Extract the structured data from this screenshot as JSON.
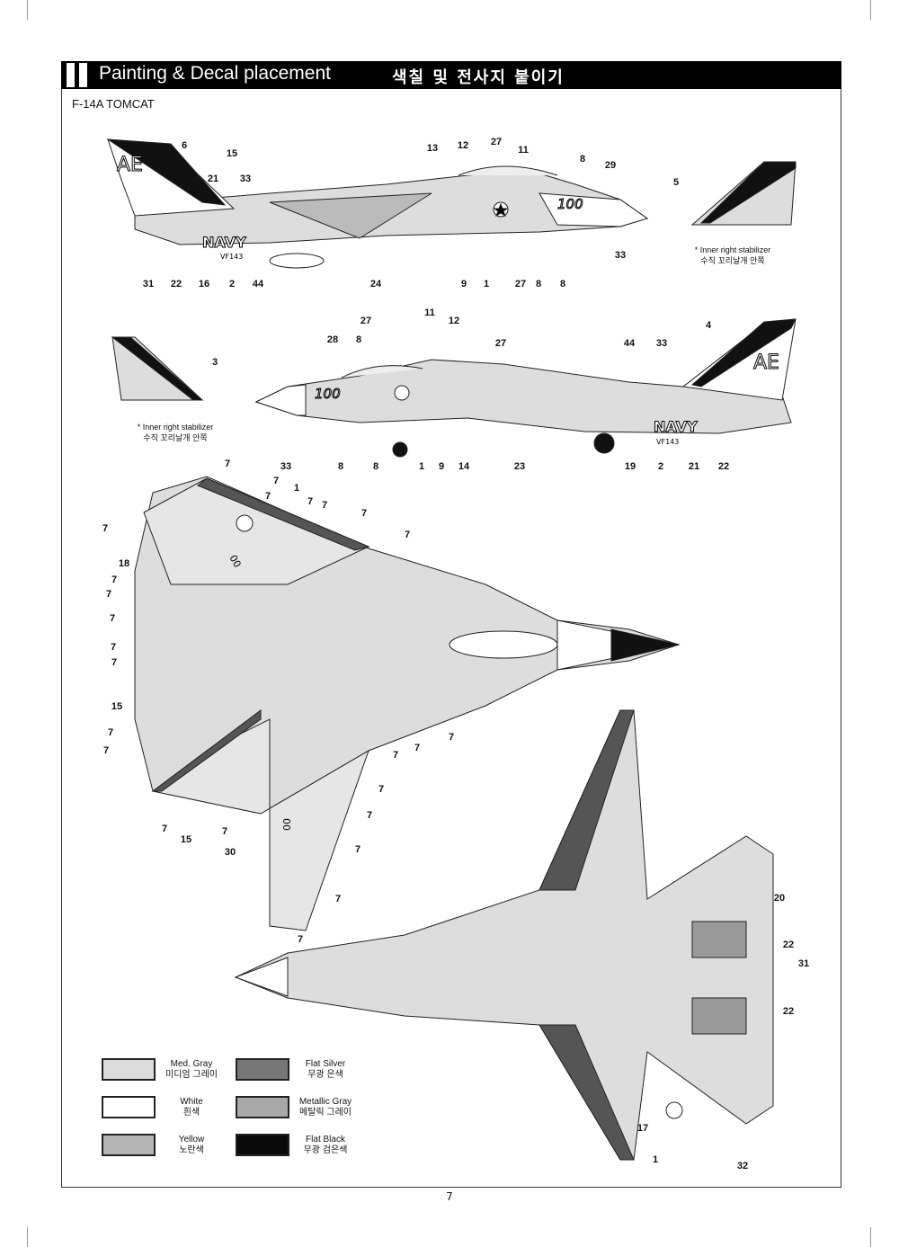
{
  "header": {
    "title": "Painting & Decal placement",
    "title_ko": "색칠 및 전사지 붙이기"
  },
  "subtitle": "F-14A TOMCAT",
  "side_view_left": {
    "callouts": [
      "6",
      "15",
      "21",
      "33",
      "13",
      "12",
      "27",
      "11",
      "8",
      "29",
      "33",
      "31",
      "22",
      "16",
      "2",
      "44",
      "24",
      "9",
      "1",
      "27",
      "8",
      "8"
    ],
    "markings": [
      "NAVY",
      "VF143",
      "AE",
      "100"
    ]
  },
  "inset_right": {
    "callout": "5",
    "caption": "* Inner right stabilizer",
    "caption_ko": "수직 꼬리날개 안쪽"
  },
  "side_view_right": {
    "callouts": [
      "27",
      "11",
      "12",
      "28",
      "8",
      "27",
      "44",
      "33",
      "4",
      "33",
      "8",
      "8",
      "1",
      "9",
      "14",
      "23",
      "19",
      "2",
      "21",
      "22"
    ],
    "markings": [
      "NAVY",
      "VF143",
      "AE",
      "100"
    ]
  },
  "inset_left": {
    "callout": "3",
    "caption": "* Inner right stabilizer",
    "caption_ko": "수직 꼬리날개 안쪽"
  },
  "top_view": {
    "callouts": [
      "7",
      "7",
      "1",
      "7",
      "7",
      "7",
      "7",
      "7",
      "7",
      "18",
      "7",
      "7",
      "7",
      "7",
      "7",
      "15",
      "7",
      "7",
      "7",
      "7",
      "7",
      "7",
      "7",
      "7",
      "7",
      "7",
      "7",
      "15",
      "7",
      "30"
    ],
    "markings": [
      "00",
      "00"
    ]
  },
  "bottom_view": {
    "callouts": [
      "20",
      "22",
      "31",
      "22",
      "17",
      "1",
      "32"
    ]
  },
  "legend": [
    {
      "en": "Med. Gray",
      "ko": "미디엄 그레이",
      "color": "#dcdcdc"
    },
    {
      "en": "Flat Silver",
      "ko": "무광 은색",
      "color": "#777777"
    },
    {
      "en": "White",
      "ko": "흰색",
      "color": "#ffffff"
    },
    {
      "en": "Metallic Gray",
      "ko": "메탈릭 그레이",
      "color": "#a8a8a8"
    },
    {
      "en": "Yellow",
      "ko": "노란색",
      "color": "#b5b5b5"
    },
    {
      "en": "Flat Black",
      "ko": "무광 검은색",
      "color": "#0a0a0a"
    }
  ],
  "page_number": "7"
}
